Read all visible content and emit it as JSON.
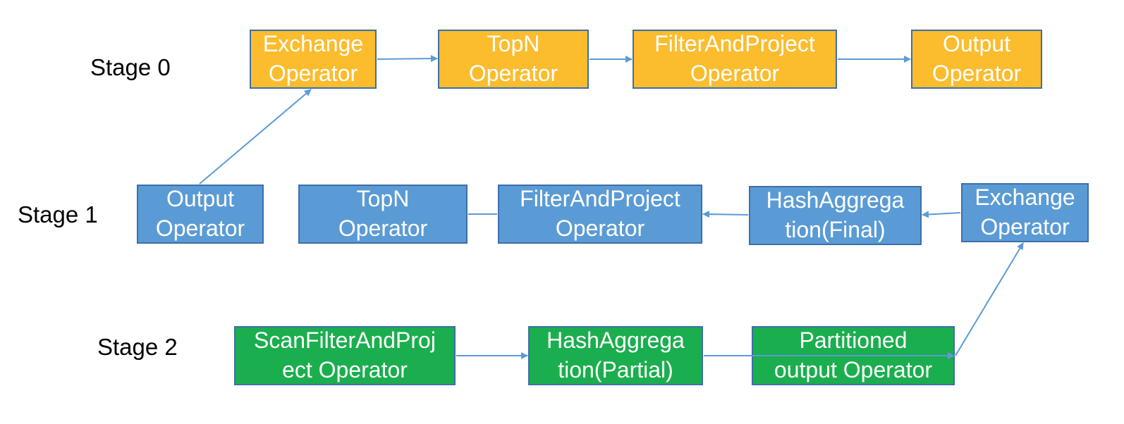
{
  "colors": {
    "stage0_fill": "#FBBC2E",
    "stage1_fill": "#5B9BD5",
    "stage2_fill": "#1BAE4E",
    "border": "#3C6FA8",
    "arrow": "#5B9BD5"
  },
  "stages": [
    {
      "label": "Stage 0",
      "operators": [
        {
          "line1": "Exchange",
          "line2": "Operator"
        },
        {
          "line1": "TopN",
          "line2": "Operator"
        },
        {
          "line1": "FilterAndProject",
          "line2": "Operator"
        },
        {
          "line1": "Output",
          "line2": "Operator"
        }
      ]
    },
    {
      "label": "Stage 1",
      "operators": [
        {
          "line1": "Output",
          "line2": "Operator"
        },
        {
          "line1": "TopN",
          "line2": "Operator"
        },
        {
          "line1": "FilterAndProject",
          "line2": "Operator"
        },
        {
          "line1": "HashAggrega",
          "line2": "tion(Final)"
        },
        {
          "line1": "Exchange",
          "line2": "Operator"
        }
      ]
    },
    {
      "label": "Stage 2",
      "operators": [
        {
          "line1": "ScanFilterAndProj",
          "line2": "ect Operator"
        },
        {
          "line1": "HashAggrega",
          "line2": "tion(Partial)"
        },
        {
          "line1": "Partitioned",
          "line2": "output Operator"
        }
      ]
    }
  ]
}
